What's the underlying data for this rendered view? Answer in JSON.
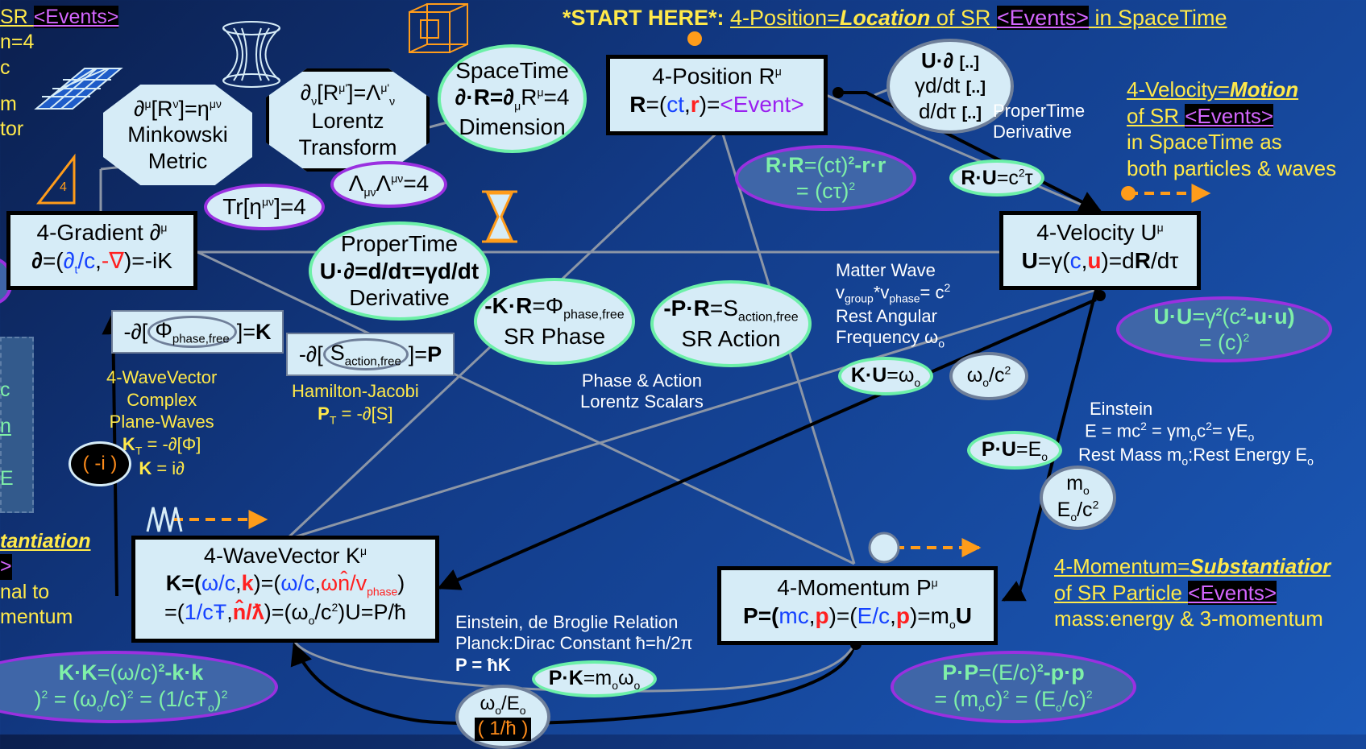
{
  "colors": {
    "edge": "#8c96a6",
    "box_fill": "#d6ecf7",
    "accent_yellow": "#ffe94a",
    "ellipse_green": "#6cf0a8",
    "ellipse_purple": "#9a30e0",
    "arrow_orange": "#ff9c1a"
  },
  "start_here": {
    "prefix": "*START HERE*:",
    "rest": "4-Position=",
    "loc": "Location",
    "of": " of SR ",
    "events": "<Events>",
    "tail": " in SpaceTime"
  },
  "left_top": {
    "t1": " SR ",
    "events": "<Events>",
    "t2": "n=4",
    "t3": "c",
    "t4": "m",
    "t5": "tor"
  },
  "left_mid": {
    "t1": "c",
    "t2": "n",
    "t3": "E"
  },
  "left_bottom": {
    "t1": "tantiation",
    "t2": ">",
    "t3": "nal to",
    "t4": "mentum"
  },
  "position": {
    "title": "4-Position R",
    "title_sup": "μ",
    "line2_a": "R",
    "line2_b": "=(",
    "ct": "ct",
    ",": ",",
    "r": "r",
    "line2_c": ")=",
    "event": "<Event>"
  },
  "velocity": {
    "title": "4-Velocity U",
    "title_sup": "μ",
    "eq": "U=γ(",
    "c": "c",
    "u": "u",
    "eq2": ")=dR/dτ"
  },
  "gradient": {
    "title": "4-Gradient ∂",
    "title_sup": "μ",
    "eq": "∂=(∂",
    "t": "t",
    "c": "/c",
    ",": ",",
    "nabla": "-∇",
    "eq2": ")=-iK"
  },
  "wavevector": {
    "title": "4-WaveVector K",
    "title_sup": "μ",
    "l2a": "K=(",
    "l2b": "ω/c",
    "l2c": ",",
    "l2d": "k",
    "l2e": ")=(",
    "l2f": "ω/c",
    "l2g": ",",
    "l2h": "ωn̂/v",
    "l2i": "phase",
    "l2j": ")",
    "l3a": "=(",
    "l3b": "1/cŦ",
    "l3c": ",",
    "l3d": "n̂/ƛ",
    "l3e": ")=(ω",
    "l3f": "o",
    "l3g": "/c",
    "l3h": "2",
    "l3i": ")U=P/ħ"
  },
  "momentum": {
    "title": "4-Momentum P",
    "title_sup": "μ",
    "a": "P=(",
    "b": "mc",
    ",": ",",
    "p": "p",
    "c": ")=(",
    "d": "E/c",
    "e": ")=m",
    "o": "o",
    "f": "U"
  },
  "spacetime": {
    "l1": "SpaceTime",
    "l2": "∂·R=∂",
    "mu": "μ",
    "l2b": "R",
    "l2c": "=4",
    "l3": "Dimension"
  },
  "propertime": {
    "l1": "ProperTime",
    "l2": "U·∂=d/dτ=γd/dt",
    "l3": "Derivative"
  },
  "phase": {
    "a": "-K·R",
    "b": "=Φ",
    "sub": "phase,free",
    "l2": "SR Phase"
  },
  "action": {
    "a": "-P·R",
    "b": "=S",
    "sub": "action,free",
    "l2": "SR Action"
  },
  "minkowski": {
    "l1": "∂",
    "l1sup": "μ",
    "l1b": "[R",
    "l1sup2": "ν",
    "l1c": "]=η",
    "l1sup3": "μν",
    "l2": "Minkowski",
    "l3": "Metric"
  },
  "lorentz": {
    "l1": "∂",
    "sub": "ν",
    "l1b": "[R",
    "sup": "μ'",
    "l1c": "]=Λ",
    "sup2": "μ'",
    "sub2": "ν",
    "l2": "Lorentz",
    "l3": "Transform"
  },
  "lambda_trace": {
    "a": "Λ",
    "sub": "μν",
    "b": "Λ",
    "sup": "μν",
    "c": "=4"
  },
  "eta_trace": {
    "a": "Tr[η",
    "sup": "μν",
    "b": "]=4"
  },
  "u_del": {
    "l1": "U·∂",
    "l1b": "[..]",
    "l2": "γd/dt",
    "l2b": "[..]",
    "l3": "d/dτ",
    "l3b": "[..]"
  },
  "propertime_deriv_label": {
    "l1": "ProperTime",
    "l2": "Derivative"
  },
  "rr": {
    "l1a": "R·R",
    "l1b": "=(ct)",
    "sq": "2",
    "l1c": "-r·r",
    "l2": "= (cτ)",
    "sq2": "2"
  },
  "ru": {
    "a": "R·U",
    "b": "=c",
    "sq": "2",
    "c": "τ"
  },
  "uu": {
    "a": "U·U",
    "b": "=γ",
    "sq": "2",
    "c": "(c",
    "sq2": "2",
    "d": "-u·u)",
    "l2": "= (c)",
    "sq3": "2"
  },
  "velocity_desc": {
    "l1a": "4-Velocity=",
    "l1b": "Motion",
    "l2a": "of SR ",
    "events": "<Events>",
    "l3": "in SpaceTime as",
    "l4": "both particles & waves"
  },
  "matter_wave": {
    "l1": "Matter Wave",
    "l2a": "v",
    "group": "group",
    "l2b": "*v",
    "phase": "phase",
    "l2c": "= c",
    "sq": "2",
    "l3": "Rest Angular",
    "l4": "Frequency ω",
    "o": "o"
  },
  "ku": {
    "a": "K·U",
    "b": "=ω",
    "o": "o"
  },
  "wo_c2": {
    "a": "ω",
    "o": "o",
    "b": "/c",
    "sq": "2"
  },
  "phase_action": {
    "l1": "Phase & Action",
    "l2": "Lorentz Scalars"
  },
  "einstein": {
    "l1": "Einstein",
    "l2": "E = mc",
    "sq": "2",
    "l2b": " = γm",
    "o": "o",
    "l2c": "c",
    "sq2": "2",
    "l2d": "= γE",
    "o2": "o",
    "l3": "Rest Mass m",
    "o3": "o",
    "l3b": ":Rest Energy E",
    "o4": "o"
  },
  "pu": {
    "a": "P·U",
    "b": "=E",
    "o": "o"
  },
  "mo_eo": {
    "l1": "m",
    "o": "o",
    "l2": "E",
    "o2": "o",
    "l2b": "/c",
    "sq": "2"
  },
  "momentum_desc": {
    "l1a": "4-Momentum=",
    "l1b": "Substantiatior",
    "l2a": "of SR Particle ",
    "events": "<Events>",
    "l3": "mass:energy & 3-momentum"
  },
  "pp": {
    "a": "P·P",
    "b": "=(E/c)",
    "sq": "2",
    "c": "-p·p",
    "l2": "= (m",
    "o": "o",
    "l2b": "c)",
    "sq2": "2",
    "l2c": " = (E",
    "o2": "o",
    "l2d": "/c)",
    "sq3": "2"
  },
  "kk": {
    "a": "K·K",
    "b": "=(ω/c)",
    "sq": "2",
    "c": "-k·k",
    "l2a": ")",
    "sq2": "2",
    "l2b": " = (ω",
    "o": "o",
    "l2c": "/c)",
    "sq3": "2",
    "l2d": " = (1/cŦ",
    "o2": "o",
    "l2e": ")",
    "sq4": "2"
  },
  "de_broglie": {
    "l1": "Einstein, de Broglie Relation",
    "l2": "Planck:Dirac Constant ħ=h/2π",
    "l3": "P = ħK"
  },
  "pk": {
    "a": "P·K",
    "b": "=m",
    "o": "o",
    "c": "ω",
    "o2": "o"
  },
  "wo_eo": {
    "a": "ω",
    "o": "o",
    "b": "/E",
    "o2": "o",
    "c": "( 1/ħ )"
  },
  "grad_phase": {
    "a": "-∂[",
    "b": "Φ",
    "sub": "phase,free",
    "c": " ]=",
    "d": "K"
  },
  "grad_action": {
    "a": "-∂[",
    "b": "S",
    "sub": "action,free",
    "c": " ]=",
    "d": "P"
  },
  "hamilton": {
    "l1": "Hamilton-Jacobi",
    "l2": "P",
    "sub": "T",
    "l2b": " = -∂[S]"
  },
  "wavevector_desc": {
    "l1": "4-WaveVector",
    "l2": "Complex",
    "l3": "Plane-Waves",
    "l4": "K",
    "sub": "T",
    "l4b": " = -∂[Φ]",
    "l5": "K",
    "l5b": " = i∂"
  },
  "minus_i": "( -i )",
  "four_tag": "4"
}
